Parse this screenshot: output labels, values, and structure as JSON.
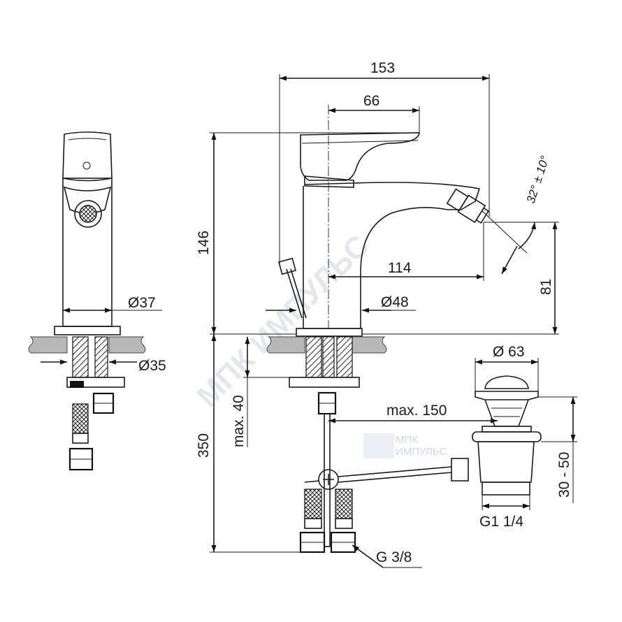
{
  "dimensions": {
    "overall_width": "153",
    "handle_offset": "66",
    "height_total": "146",
    "spout_reach": "114",
    "spout_height": "81",
    "spray_angle": "32° ± 10°",
    "body_diameter_side": "Ø37",
    "base_diameter": "Ø48",
    "hole_diameter": "Ø35",
    "hose_length": "350",
    "max_deck_thickness": "max. 40",
    "max_rod_length": "max. 150",
    "waste_diameter": "Ø 63",
    "waste_adjust": "30 - 50",
    "waste_thread": "G1 1/4",
    "supply_thread": "G 3/8"
  },
  "watermark": {
    "diagonal_text": "МПК ИМПУЛЬС",
    "logo_line1": "МПК",
    "logo_line2": "ИМПУЛЬС"
  }
}
